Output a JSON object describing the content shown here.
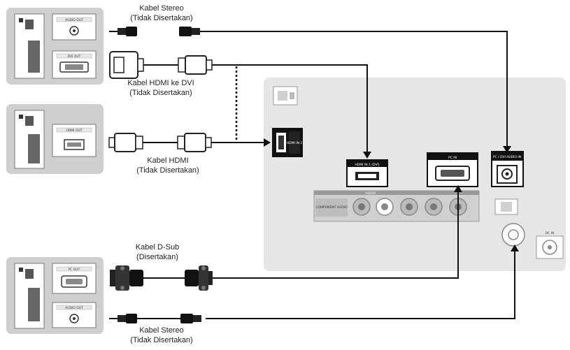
{
  "cables": {
    "stereo_top": {
      "name": "Kabel Stereo",
      "note": "(Tidak Disertakan)"
    },
    "hdmi_dvi": {
      "name": "Kabel HDMI ke DVI",
      "note": "(Tidak Disertakan)"
    },
    "hdmi": {
      "name": "Kabel HDMI",
      "note": "(Tidak Disertakan)"
    },
    "dsub": {
      "name": "Kabel D-Sub",
      "note": "(Disertakan)"
    },
    "stereo_bottom": {
      "name": "Kabel Stereo",
      "note": "(Tidak Disertakan)"
    }
  },
  "pc_ports": {
    "pc1_audio": "AUDIO OUT",
    "pc1_dvi": "DVI OUT",
    "pc2_hdmi": "HDMI OUT",
    "pc3_pc": "PC OUT",
    "pc3_audio": "AUDIO OUT"
  },
  "tv_ports": {
    "hdmi_dvi": "HDMI IN 1 (DVI)",
    "pc_in": "PC IN",
    "pc_dvi_audio": "PC / DVI AUDIO IN",
    "component": "COMPONENT AUDIO",
    "audio": "AUDIO",
    "hdmi_side": "HDMI IN 2",
    "dc_in": "DC IN"
  },
  "colors": {
    "panel": "#e6e6e6",
    "pc_box": "#cfcfcf",
    "cable": "#111111"
  }
}
